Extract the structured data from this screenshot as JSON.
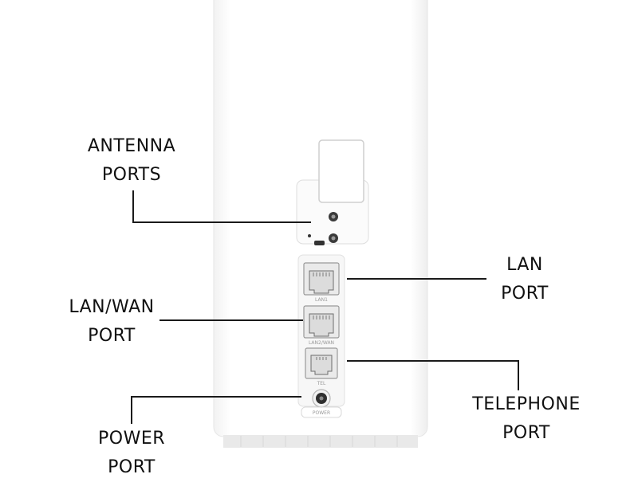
{
  "device": {
    "port_labels": {
      "lan1": "LAN1",
      "lan2_wan": "LAN2/WAN",
      "tel": "TEL",
      "power": "POWER"
    }
  },
  "callouts": {
    "antenna": {
      "line1": "ANTENNA",
      "line2": "PORTS"
    },
    "lan_wan": {
      "line1": "LAN/WAN",
      "line2": "PORT"
    },
    "power": {
      "line1": "POWER",
      "line2": "PORT"
    },
    "lan": {
      "line1": "LAN",
      "line2": "PORT"
    },
    "telephone": {
      "line1": "TELEPHONE",
      "line2": "PORT"
    }
  }
}
